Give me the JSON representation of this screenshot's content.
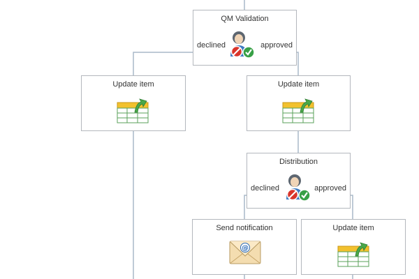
{
  "diagram": {
    "nodes": {
      "qm_validation": {
        "title": "QM Validation",
        "type": "approval",
        "branches": {
          "left": "declined",
          "right": "approved"
        }
      },
      "update_item_left": {
        "title": "Update item",
        "type": "update-item"
      },
      "update_item_right": {
        "title": "Update item",
        "type": "update-item"
      },
      "distribution": {
        "title": "Distribution",
        "type": "approval",
        "branches": {
          "left": "declined",
          "right": "approved"
        }
      },
      "send_notification": {
        "title": "Send notification",
        "type": "email"
      },
      "update_item_bottom": {
        "title": "Update item",
        "type": "update-item"
      }
    },
    "connector_color": "#a9b8c8",
    "node_border_color": "#b3b7bd"
  }
}
